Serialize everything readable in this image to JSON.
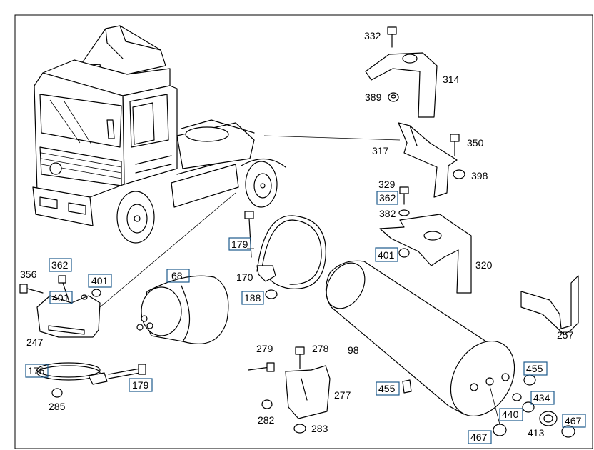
{
  "diagram": {
    "parts": [
      {
        "id": "p332",
        "num": "332",
        "boxed": false
      },
      {
        "id": "p314",
        "num": "314",
        "boxed": false
      },
      {
        "id": "p389",
        "num": "389",
        "boxed": false
      },
      {
        "id": "p317",
        "num": "317",
        "boxed": false
      },
      {
        "id": "p350",
        "num": "350",
        "boxed": false
      },
      {
        "id": "p398",
        "num": "398",
        "boxed": false
      },
      {
        "id": "p329",
        "num": "329",
        "boxed": false
      },
      {
        "id": "p362a",
        "num": "362",
        "boxed": true
      },
      {
        "id": "p382",
        "num": "382",
        "boxed": false
      },
      {
        "id": "p401a",
        "num": "401",
        "boxed": true
      },
      {
        "id": "p320",
        "num": "320",
        "boxed": false
      },
      {
        "id": "p179a",
        "num": "179",
        "boxed": true
      },
      {
        "id": "p170",
        "num": "170",
        "boxed": false
      },
      {
        "id": "p188",
        "num": "188",
        "boxed": true
      },
      {
        "id": "p362b",
        "num": "362",
        "boxed": true
      },
      {
        "id": "p356",
        "num": "356",
        "boxed": false
      },
      {
        "id": "p401b",
        "num": "401",
        "boxed": true
      },
      {
        "id": "p401c",
        "num": "401",
        "boxed": true
      },
      {
        "id": "p247",
        "num": "247",
        "boxed": false
      },
      {
        "id": "p68",
        "num": "68",
        "boxed": true
      },
      {
        "id": "p176",
        "num": "176",
        "boxed": true
      },
      {
        "id": "p285",
        "num": "285",
        "boxed": false
      },
      {
        "id": "p179b",
        "num": "179",
        "boxed": true
      },
      {
        "id": "p279",
        "num": "279",
        "boxed": false
      },
      {
        "id": "p278",
        "num": "278",
        "boxed": false
      },
      {
        "id": "p98",
        "num": "98",
        "boxed": false
      },
      {
        "id": "p277",
        "num": "277",
        "boxed": false
      },
      {
        "id": "p282",
        "num": "282",
        "boxed": false
      },
      {
        "id": "p283",
        "num": "283",
        "boxed": false
      },
      {
        "id": "p455a",
        "num": "455",
        "boxed": true
      },
      {
        "id": "p455b",
        "num": "455",
        "boxed": true
      },
      {
        "id": "p434",
        "num": "434",
        "boxed": true
      },
      {
        "id": "p440",
        "num": "440",
        "boxed": true
      },
      {
        "id": "p413",
        "num": "413",
        "boxed": false
      },
      {
        "id": "p467a",
        "num": "467",
        "boxed": true
      },
      {
        "id": "p467b",
        "num": "467",
        "boxed": true
      },
      {
        "id": "p257",
        "num": "257",
        "boxed": false
      }
    ]
  }
}
